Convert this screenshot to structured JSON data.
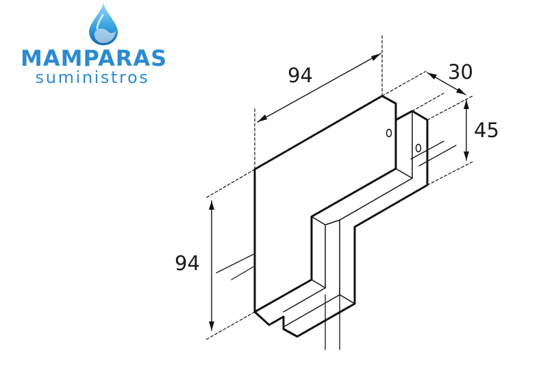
{
  "logo": {
    "brand": "MAMPARAS",
    "subtitle": "suministros",
    "drop_icon": "water-drop-icon",
    "colors": {
      "primary": "#2c8bd0",
      "light": "#8fd0f5"
    }
  },
  "dimensions": {
    "top_width": "94",
    "depth": "30",
    "height": "45",
    "left_height": "94"
  }
}
